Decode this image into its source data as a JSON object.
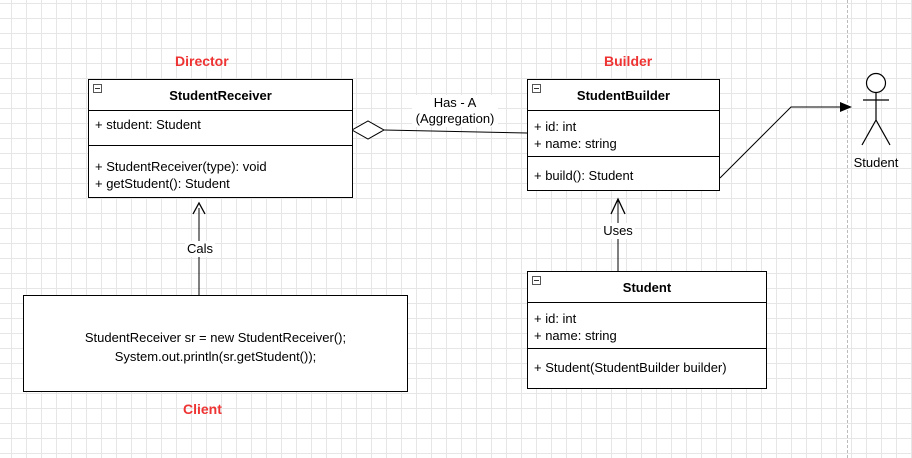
{
  "roles": {
    "director": "Director",
    "builder": "Builder",
    "client": "Client"
  },
  "student_receiver": {
    "title": "StudentReceiver",
    "attributes": [
      "+ student: Student"
    ],
    "methods": [
      "+ StudentReceiver(type): void",
      "+ getStudent(): Student"
    ]
  },
  "student_builder": {
    "title": "StudentBuilder",
    "attributes": [
      "+ id: int",
      "+ name: string"
    ],
    "methods": [
      "+ build(): Student"
    ]
  },
  "student_class": {
    "title": "Student",
    "attributes": [
      "+ id: int",
      "+ name: string"
    ],
    "methods": [
      "+ Student(StudentBuilder builder)"
    ]
  },
  "client_code": {
    "line1": "StudentReceiver sr = new StudentReceiver();",
    "line2": "System.out.println(sr.getStudent());"
  },
  "relations": {
    "aggregation_line1": "Has - A",
    "aggregation_line2": "(Aggregation)",
    "calls": "Cals",
    "uses": "Uses"
  },
  "actor": {
    "label": "Student"
  }
}
